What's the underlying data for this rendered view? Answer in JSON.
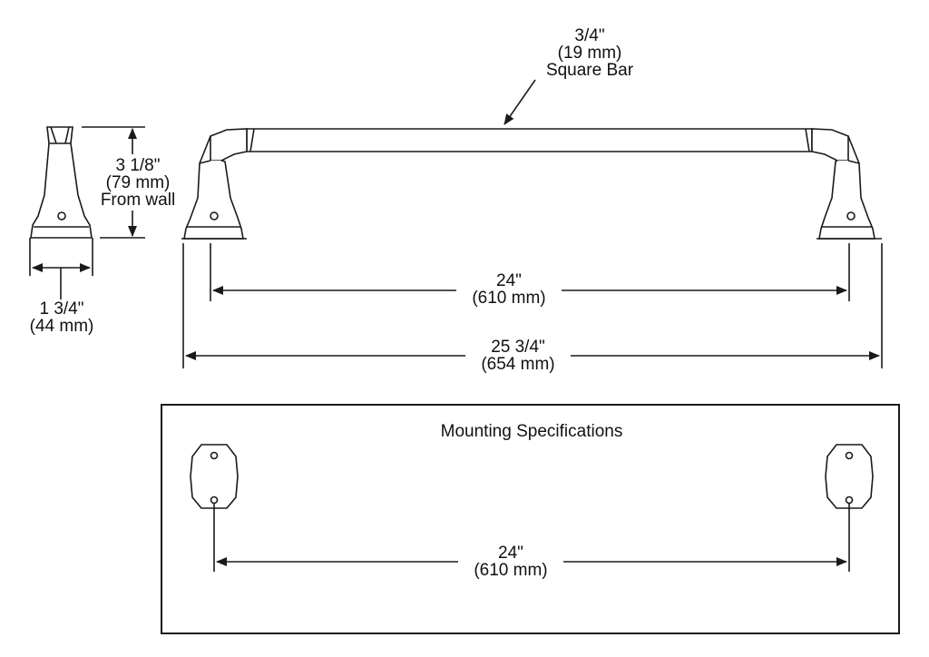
{
  "bar_label": {
    "size": "3/4\"",
    "metric": "(19 mm)",
    "desc": "Square Bar"
  },
  "side_view": {
    "height": "3 1/8\"",
    "height_metric": "(79 mm)",
    "height_note": "From wall",
    "width": "1 3/4\"",
    "width_metric": "(44 mm)"
  },
  "front_view": {
    "center_span": "24\"",
    "center_span_metric": "(610 mm)",
    "overall_span": "25 3/4\"",
    "overall_span_metric": "(654 mm)"
  },
  "mounting": {
    "title": "Mounting Specifications",
    "span": "24\"",
    "span_metric": "(610 mm)"
  },
  "colors": {
    "line": "#1a1a1a",
    "background": "#ffffff"
  }
}
